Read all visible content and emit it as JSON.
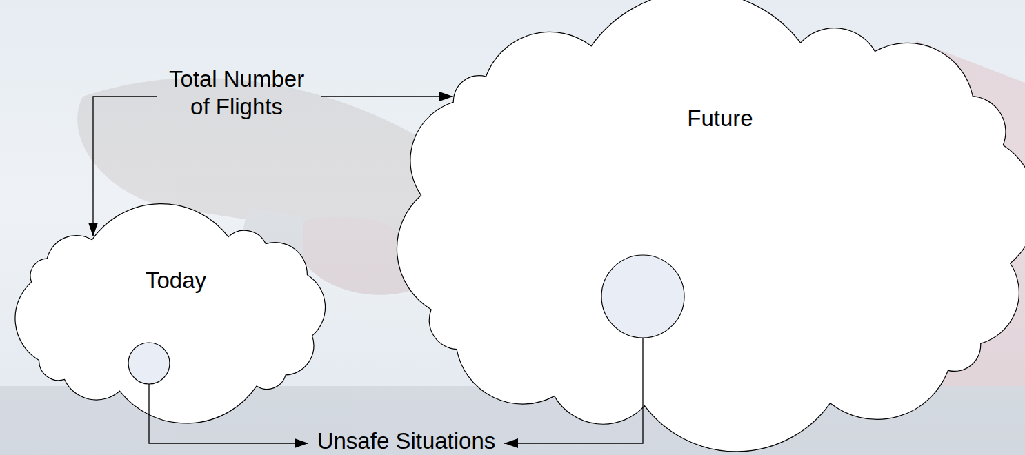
{
  "diagram": {
    "nodes": [
      {
        "text": [
          "Today"
        ]
      },
      {
        "text": [
          "Future"
        ]
      }
    ],
    "labels": [
      "Total Number of Flights",
      "Unsafe Situations"
    ]
  }
}
